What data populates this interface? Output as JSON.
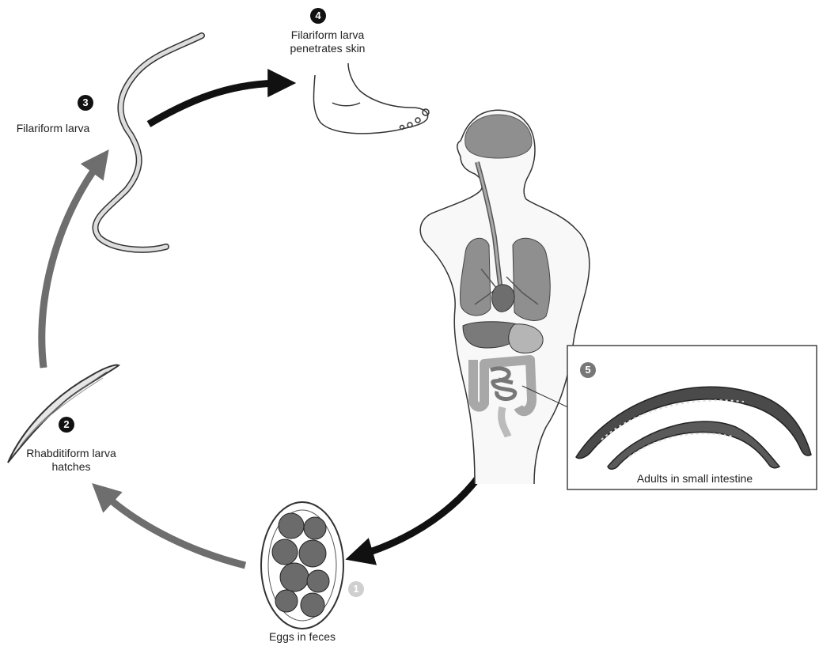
{
  "diagram": {
    "steps": [
      {
        "number": "1",
        "label": "Eggs in feces"
      },
      {
        "number": "2",
        "label": "Rhabditiform larva hatches"
      },
      {
        "number": "3",
        "label": "Filariform larva"
      },
      {
        "number": "4",
        "label": "Filariform larva penetrates skin"
      },
      {
        "number": "5",
        "label": "Adults in small intestine"
      }
    ],
    "colors": {
      "dark_arrow": "#111111",
      "gray_arrow": "#6e6e6e",
      "organ_gray": "#8f8f8f",
      "organ_light": "#c8c8c8"
    }
  }
}
